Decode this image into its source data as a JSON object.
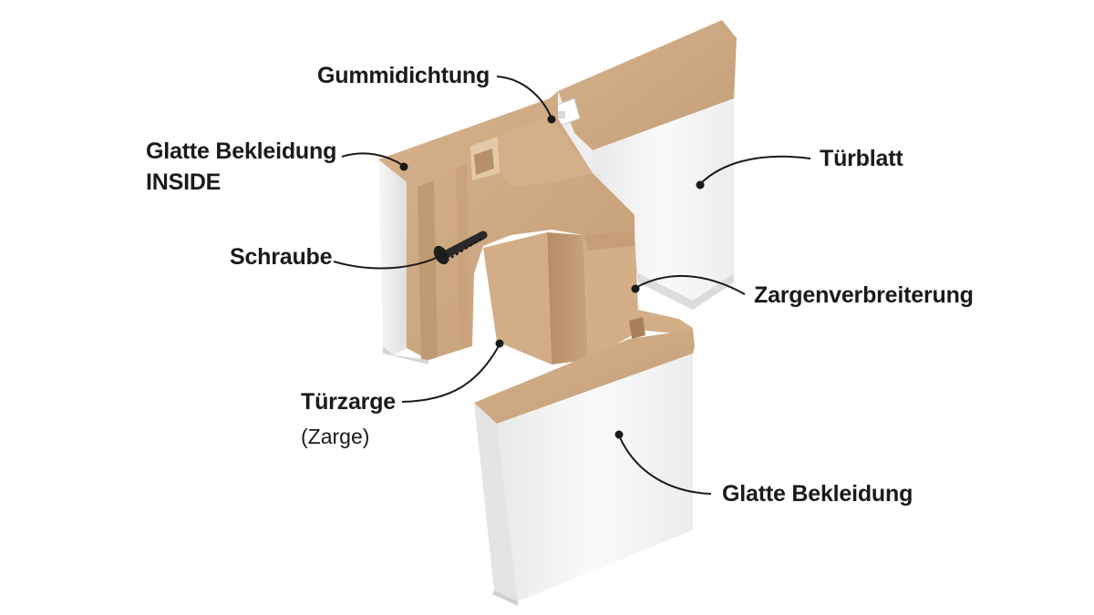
{
  "labels": {
    "gummidichtung": "Gummidichtung",
    "glatte_inside_line1": "Glatte Bekleidung",
    "glatte_inside_line2": "INSIDE",
    "schraube": "Schraube",
    "tuerzarge": "Türzarge",
    "tuerzarge_sub": "(Zarge)",
    "tuerblatt": "Türblatt",
    "zargenverbreiterung": "Zargenverbreiterung",
    "glatte_bekleidung": "Glatte Bekleidung"
  },
  "colors": {
    "mdf": "#cfa983",
    "mdf_dark": "#b88f69",
    "white_panel": "#f4f4f4",
    "white_shadow": "#e2e2e2",
    "leader": "#1a1a1a"
  }
}
